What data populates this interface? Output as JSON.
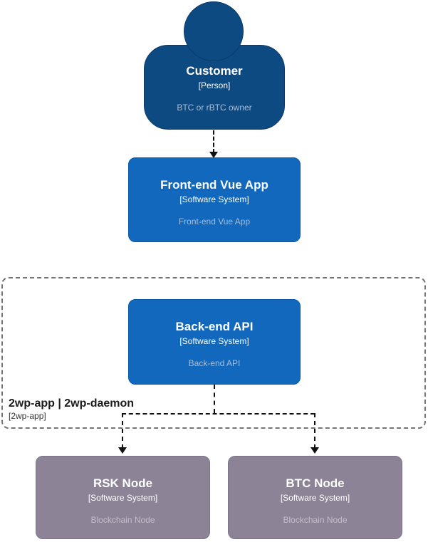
{
  "diagram": {
    "kind": "c4-context-diagram"
  },
  "colors": {
    "person_fill": "#0e4a82",
    "person_border": "#0a3a68",
    "system_fill": "#1168bd",
    "system_border": "#0d5aa8",
    "node_fill": "#8c8496",
    "node_border": "#7b7487",
    "boundary_border": "#757575",
    "connector": "#111111",
    "desc_on_blue": "#a9bdd6",
    "desc_on_gray": "#c2bec9"
  },
  "nodes": {
    "customer": {
      "title": "Customer",
      "type": "[Person]",
      "description": "BTC or rBTC owner"
    },
    "frontend": {
      "title": "Front-end Vue App",
      "type": "[Software System]",
      "description": "Front-end Vue App"
    },
    "backend": {
      "title": "Back-end API",
      "type": "[Software System]",
      "description": "Back-end API"
    },
    "rsk": {
      "title": "RSK Node",
      "type": "[Software System]",
      "description": "Blockchain Node"
    },
    "btc": {
      "title": "BTC Node",
      "type": "[Software System]",
      "description": "Blockchain Node"
    }
  },
  "boundary": {
    "title": "2wp-app | 2wp-daemon",
    "subtitle": "[2wp-app]"
  },
  "edges": [
    {
      "from": "customer",
      "to": "frontend",
      "style": "dashed-arrow"
    },
    {
      "from": "backend",
      "to": "rsk",
      "style": "dashed-arrow"
    },
    {
      "from": "backend",
      "to": "btc",
      "style": "dashed-arrow"
    }
  ]
}
